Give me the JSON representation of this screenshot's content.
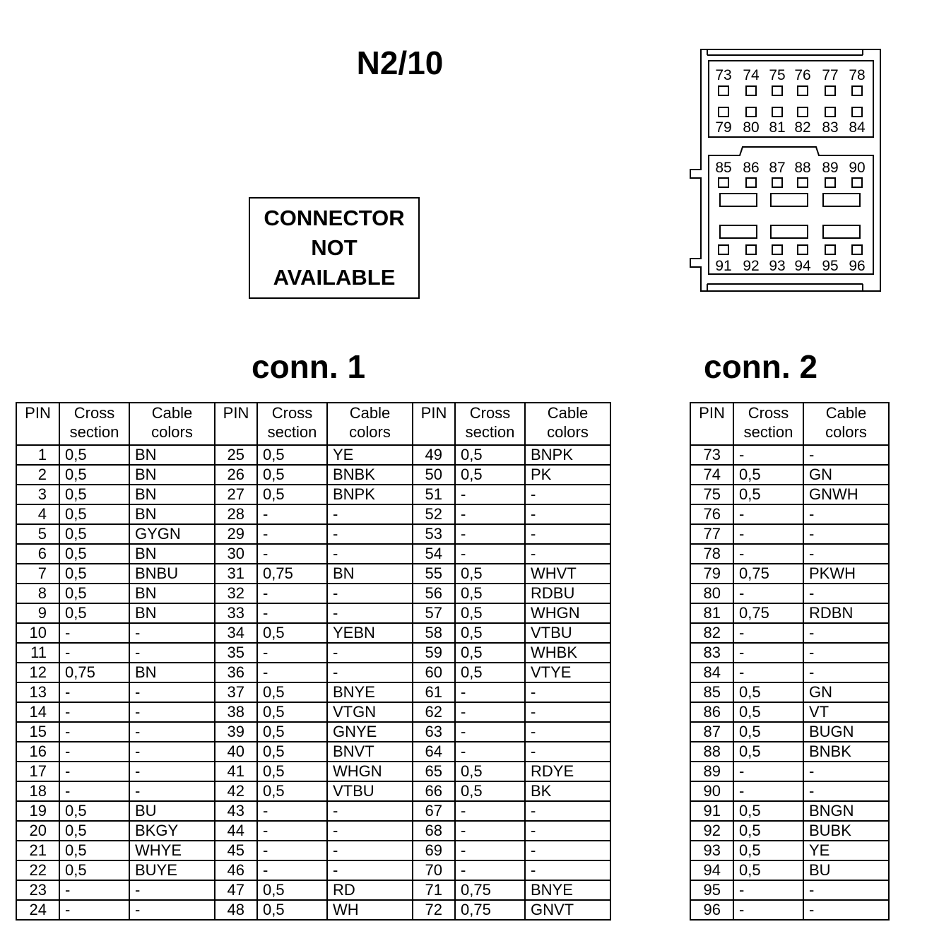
{
  "title": "N2/10",
  "not_available": [
    "CONNECTOR",
    "NOT",
    "AVAILABLE"
  ],
  "conn1": {
    "label": "conn. 1",
    "headers": {
      "pin": "PIN",
      "cross": [
        "Cross",
        "section"
      ],
      "cable": [
        "Cable",
        "colors"
      ]
    },
    "rows": [
      [
        "1",
        "0,5",
        "BN",
        "25",
        "0,5",
        "YE",
        "49",
        "0,5",
        "BNPK"
      ],
      [
        "2",
        "0,5",
        "BN",
        "26",
        "0,5",
        "BNBK",
        "50",
        "0,5",
        "PK"
      ],
      [
        "3",
        "0,5",
        "BN",
        "27",
        "0,5",
        "BNPK",
        "51",
        "-",
        "-"
      ],
      [
        "4",
        "0,5",
        "BN",
        "28",
        "-",
        "-",
        "52",
        "-",
        "-"
      ],
      [
        "5",
        "0,5",
        "GYGN",
        "29",
        "-",
        "-",
        "53",
        "-",
        "-"
      ],
      [
        "6",
        "0,5",
        "BN",
        "30",
        "-",
        "-",
        "54",
        "-",
        "-"
      ],
      [
        "7",
        "0,5",
        "BNBU",
        "31",
        "0,75",
        "BN",
        "55",
        "0,5",
        "WHVT"
      ],
      [
        "8",
        "0,5",
        "BN",
        "32",
        "-",
        "-",
        "56",
        "0,5",
        "RDBU"
      ],
      [
        "9",
        "0,5",
        "BN",
        "33",
        "-",
        "-",
        "57",
        "0,5",
        "WHGN"
      ],
      [
        "10",
        "-",
        "-",
        "34",
        "0,5",
        "YEBN",
        "58",
        "0,5",
        "VTBU"
      ],
      [
        "11",
        "-",
        "-",
        "35",
        "-",
        "-",
        "59",
        "0,5",
        "WHBK"
      ],
      [
        "12",
        "0,75",
        "BN",
        "36",
        "-",
        "-",
        "60",
        "0,5",
        "VTYE"
      ],
      [
        "13",
        "-",
        "-",
        "37",
        "0,5",
        "BNYE",
        "61",
        "-",
        "-"
      ],
      [
        "14",
        "-",
        "-",
        "38",
        "0,5",
        "VTGN",
        "62",
        "-",
        "-"
      ],
      [
        "15",
        "-",
        "-",
        "39",
        "0,5",
        "GNYE",
        "63",
        "-",
        "-"
      ],
      [
        "16",
        "-",
        "-",
        "40",
        "0,5",
        "BNVT",
        "64",
        "-",
        "-"
      ],
      [
        "17",
        "-",
        "-",
        "41",
        "0,5",
        "WHGN",
        "65",
        "0,5",
        "RDYE"
      ],
      [
        "18",
        "-",
        "-",
        "42",
        "0,5",
        "VTBU",
        "66",
        "0,5",
        "BK"
      ],
      [
        "19",
        "0,5",
        "BU",
        "43",
        "-",
        "-",
        "67",
        "-",
        "-"
      ],
      [
        "20",
        "0,5",
        "BKGY",
        "44",
        "-",
        "-",
        "68",
        "-",
        "-"
      ],
      [
        "21",
        "0,5",
        "WHYE",
        "45",
        "-",
        "-",
        "69",
        "-",
        "-"
      ],
      [
        "22",
        "0,5",
        "BUYE",
        "46",
        "-",
        "-",
        "70",
        "-",
        "-"
      ],
      [
        "23",
        "-",
        "-",
        "47",
        "0,5",
        "RD",
        "71",
        "0,75",
        "BNYE"
      ],
      [
        "24",
        "-",
        "-",
        "48",
        "0,5",
        "WH",
        "72",
        "0,75",
        "GNVT"
      ]
    ]
  },
  "conn2": {
    "label": "conn. 2",
    "headers": {
      "pin": "PIN",
      "cross": [
        "Cross",
        "section"
      ],
      "cable": [
        "Cable",
        "colors"
      ]
    },
    "rows": [
      [
        "73",
        "-",
        "-"
      ],
      [
        "74",
        "0,5",
        "GN"
      ],
      [
        "75",
        "0,5",
        "GNWH"
      ],
      [
        "76",
        "-",
        "-"
      ],
      [
        "77",
        "-",
        "-"
      ],
      [
        "78",
        "-",
        "-"
      ],
      [
        "79",
        "0,75",
        "PKWH"
      ],
      [
        "80",
        "-",
        "-"
      ],
      [
        "81",
        "0,75",
        "RDBN"
      ],
      [
        "82",
        "-",
        "-"
      ],
      [
        "83",
        "-",
        "-"
      ],
      [
        "84",
        "-",
        "-"
      ],
      [
        "85",
        "0,5",
        "GN"
      ],
      [
        "86",
        "0,5",
        "VT"
      ],
      [
        "87",
        "0,5",
        "BUGN"
      ],
      [
        "88",
        "0,5",
        "BNBK"
      ],
      [
        "89",
        "-",
        "-"
      ],
      [
        "90",
        "-",
        "-"
      ],
      [
        "91",
        "0,5",
        "BNGN"
      ],
      [
        "92",
        "0,5",
        "BUBK"
      ],
      [
        "93",
        "0,5",
        "YE"
      ],
      [
        "94",
        "0,5",
        "BU"
      ],
      [
        "95",
        "-",
        "-"
      ],
      [
        "96",
        "-",
        "-"
      ]
    ]
  },
  "connector_diagram": {
    "top_row": [
      "73",
      "74",
      "75",
      "76",
      "77",
      "78"
    ],
    "second_row": [
      "79",
      "80",
      "81",
      "82",
      "83",
      "84"
    ],
    "third_row": [
      "85",
      "86",
      "87",
      "88",
      "89",
      "90"
    ],
    "bottom_row": [
      "91",
      "92",
      "93",
      "94",
      "95",
      "96"
    ]
  }
}
